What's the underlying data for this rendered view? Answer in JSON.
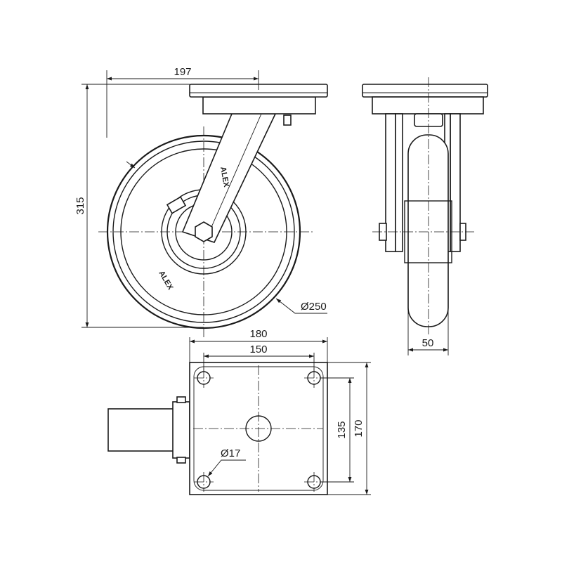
{
  "dimensions": {
    "offset": "197",
    "height": "315",
    "wheel_diameter": "Ø250",
    "wheel_width": "50",
    "plate_width": "180",
    "bolt_spacing_x": "150",
    "bolt_spacing_y": "135",
    "plate_length": "170",
    "bolt_hole": "Ø17"
  },
  "brand": {
    "text": "ALEX"
  },
  "colors": {
    "line": "#1a1a1a",
    "background": "#ffffff"
  }
}
